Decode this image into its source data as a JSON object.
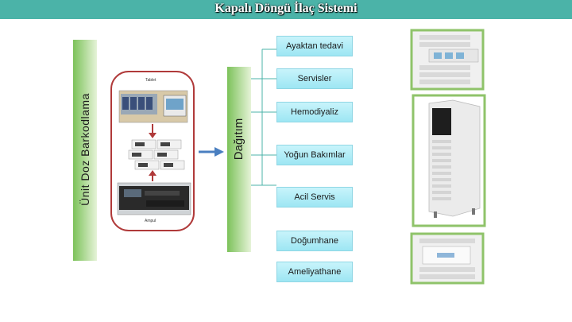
{
  "header": {
    "title": "Kapalı Döngü İlaç Sistemi"
  },
  "left_bar": {
    "label": "Ünit Doz Barkodlama"
  },
  "middle_bar": {
    "label": "Dağıtım"
  },
  "photos": {
    "top_label": "Tablet",
    "bottom_label": "Ampul"
  },
  "destinations": [
    {
      "label": "Ayaktan tedavi"
    },
    {
      "label": "Servisler"
    },
    {
      "label": "Hemodiyaliz"
    },
    {
      "label": "Yoğun Bakımlar"
    },
    {
      "label": "Acil Servis"
    },
    {
      "label": "Doğumhane"
    },
    {
      "label": "Ameliyathane"
    }
  ],
  "colors": {
    "header": "#4bb3a8",
    "bar": "#7cc25a",
    "box": "#b6eef8",
    "loop": "#b03a3a",
    "arrow": "#4a7fc0",
    "connector": "#4bb3a8",
    "frame": "#8fc36a"
  }
}
